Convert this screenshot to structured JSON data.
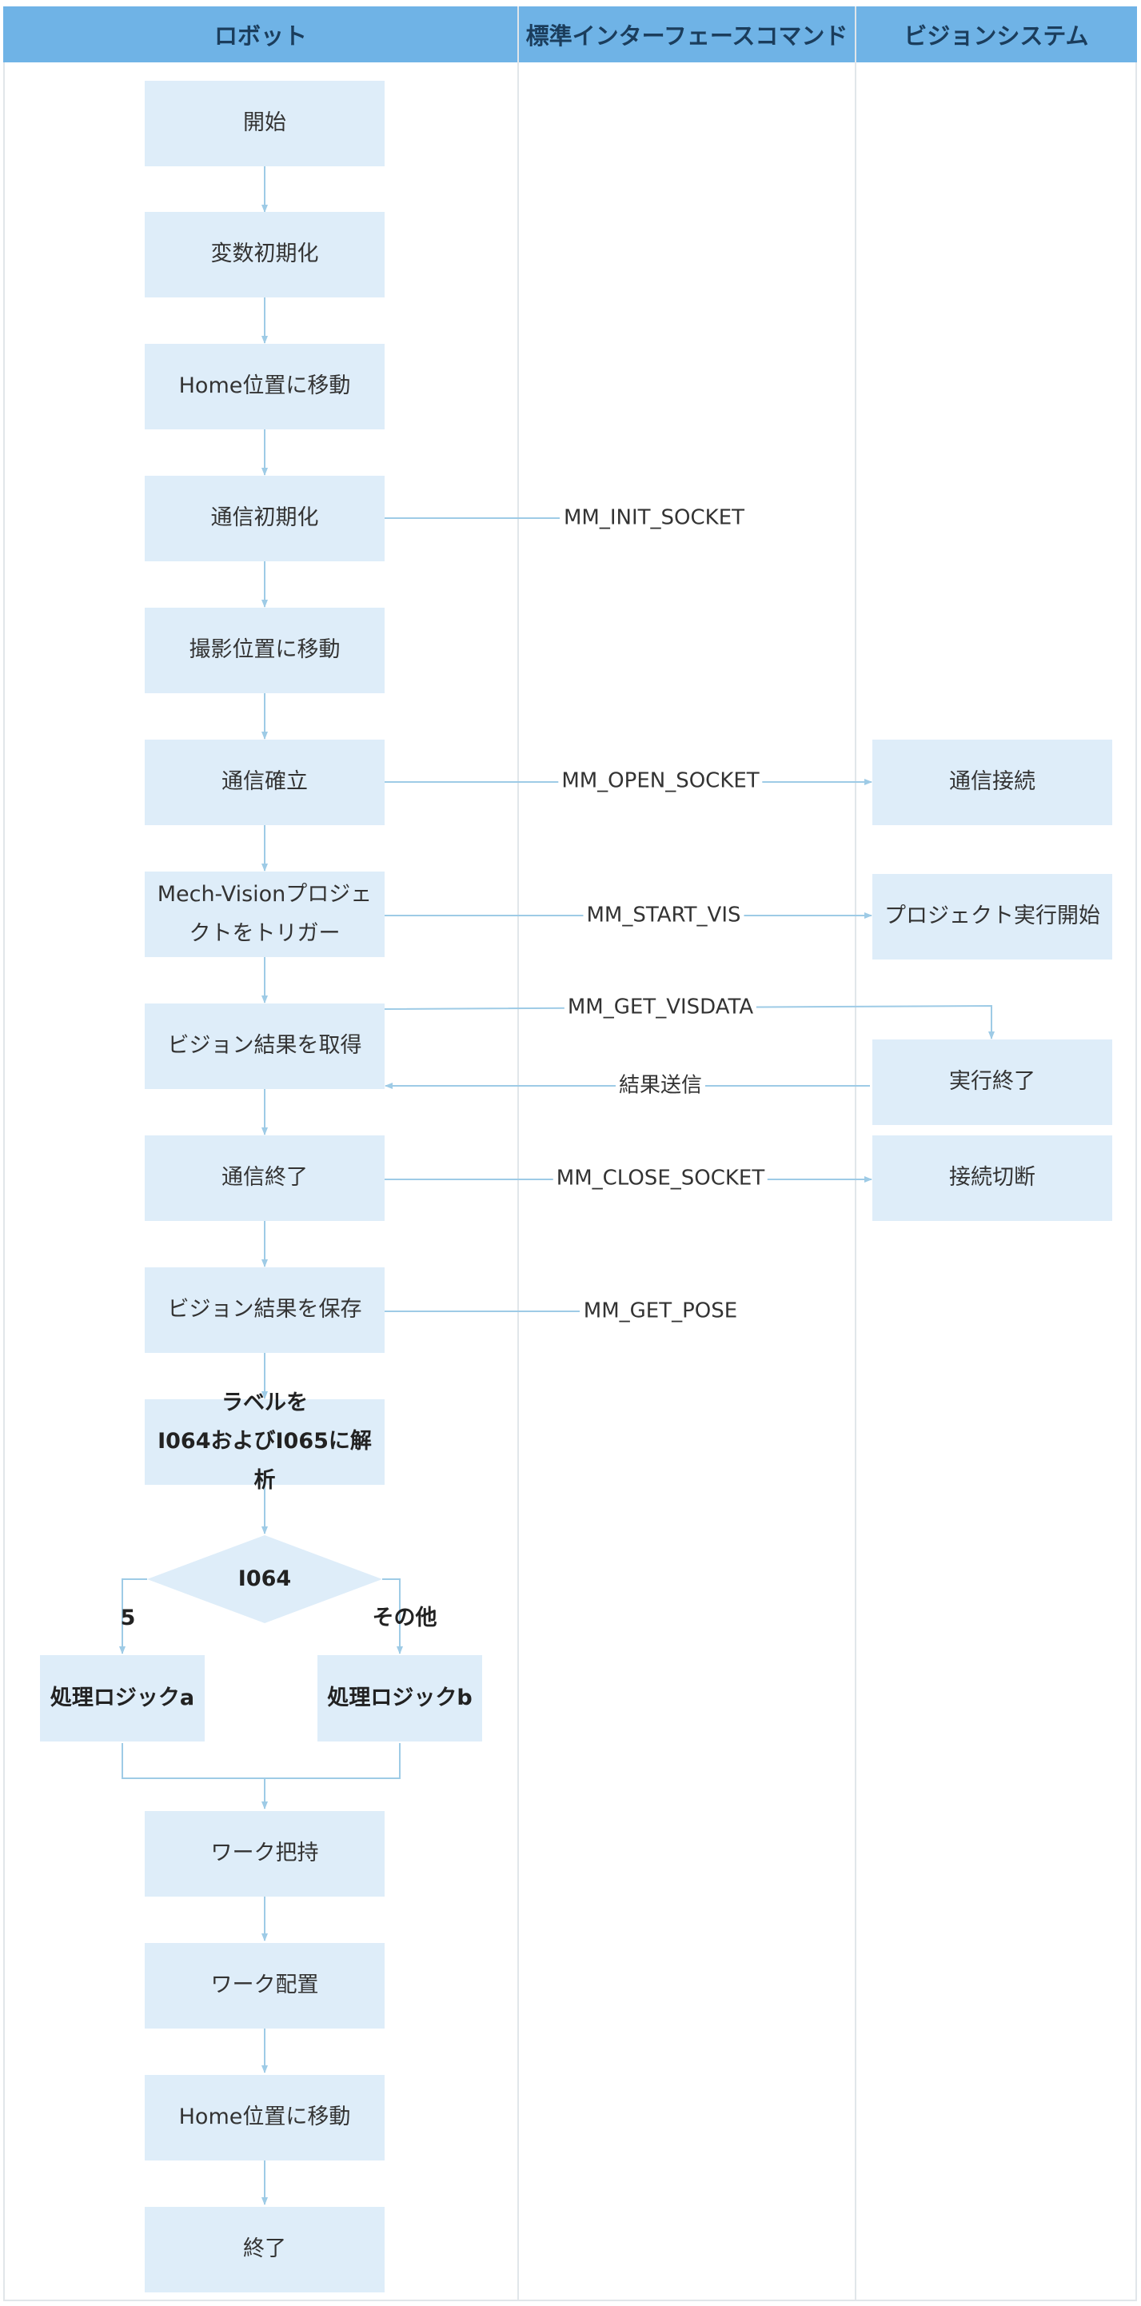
{
  "lanes": {
    "robot": "ロボット",
    "interface": "標準インターフェースコマンド",
    "vision": "ビジョンシステム"
  },
  "colors": {
    "header_bg": "#6fb3e6",
    "node_bg": "#deedf9",
    "connector": "#9ecbe6",
    "divider": "#e1e6ea"
  },
  "robot_steps": {
    "start": "開始",
    "init_vars": "変数初期化",
    "move_home_1": "Home位置に移動",
    "init_comm": "通信初期化",
    "move_capture": "撮影位置に移動",
    "open_comm": "通信確立",
    "trigger_line1": "Mech-Visionプロジェ",
    "trigger_line2": "クトをトリガー",
    "get_result": "ビジョン結果を取得",
    "close_comm": "通信終了",
    "save_result": "ビジョン結果を保存",
    "parse_line1": "ラベルを",
    "parse_line2": "I064およびI065に解析",
    "decision": "I064",
    "logic_a": "処理ロジックa",
    "logic_b": "処理ロジックb",
    "pick": "ワーク把持",
    "place": "ワーク配置",
    "move_home_2": "Home位置に移動",
    "end": "終了"
  },
  "branches": {
    "five": "5",
    "other": "その他"
  },
  "commands": {
    "init_socket": "MM_INIT_SOCKET",
    "open_socket": "MM_OPEN_SOCKET",
    "start_vis": "MM_START_VIS",
    "get_visdata": "MM_GET_VISDATA",
    "result_send": "結果送信",
    "close_socket": "MM_CLOSE_SOCKET",
    "get_pose": "MM_GET_POSE"
  },
  "vision_steps": {
    "connect": "通信接続",
    "start_project": "プロジェクト実行開始",
    "exec_end": "実行終了",
    "disconnect": "接続切断"
  }
}
